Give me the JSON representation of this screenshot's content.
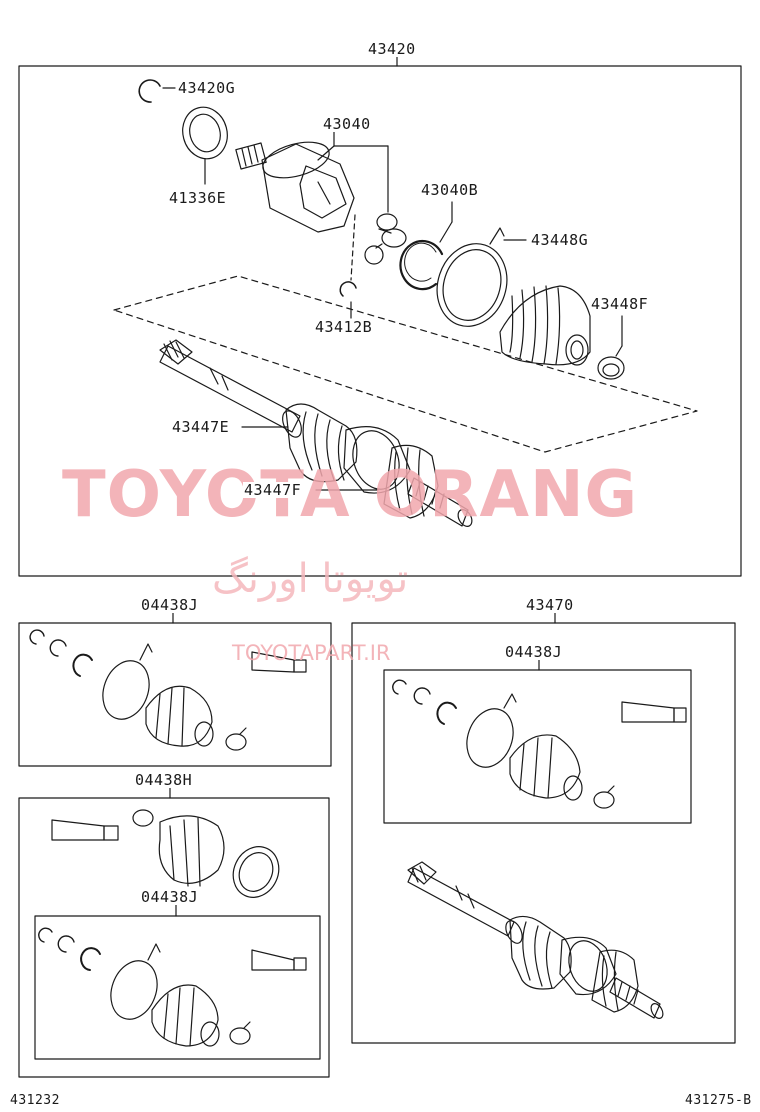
{
  "diagram": {
    "boxes": {
      "main_assembly": "43420",
      "boot_kit_top": "04438J",
      "boot_kit_mid": "04438H",
      "boot_kit_inner": "04438J",
      "alt_assembly": "43470",
      "alt_boot_kit": "04438J"
    },
    "parts": {
      "snap_ring": "43420G",
      "dust_seal": "41336E",
      "outboard_joint": "43040",
      "tripod_ring": "43040B",
      "boot_clamp_large": "43448G",
      "boot_clamp_small": "43448F",
      "circlip": "43412B",
      "inboard_boot": "43447E",
      "outboard_boot": "43447F"
    },
    "footer": {
      "left_code": "431232",
      "right_code": "431275-B"
    }
  },
  "watermark": {
    "brand": "TOYOTA ORANG",
    "persian": "تویوتا اورنگ",
    "url": "TOYOTAPART.IR",
    "color": "#f2a7ad"
  }
}
